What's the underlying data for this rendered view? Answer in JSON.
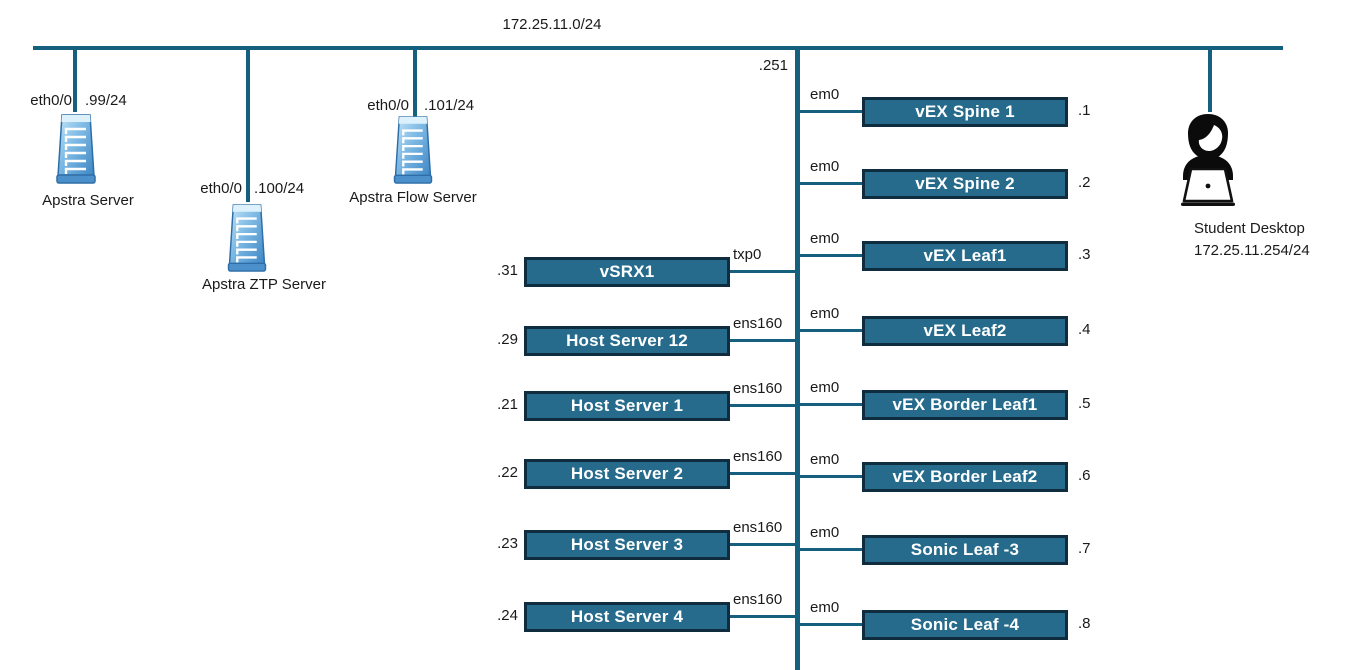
{
  "diagram_title": "172.25.11.0/24",
  "trunk": {
    "gateway_suffix": ".251"
  },
  "management_servers": [
    {
      "name": "Apstra Server",
      "interface": "eth0/0",
      "ip_suffix": ".99/24"
    },
    {
      "name": "Apstra ZTP Server",
      "interface": "eth0/0",
      "ip_suffix": ".100/24"
    },
    {
      "name": "Apstra Flow Server",
      "interface": "eth0/0",
      "ip_suffix": ".101/24"
    }
  ],
  "left_devices": [
    {
      "name": "vSRX1",
      "ip_suffix": ".31",
      "interface": "txp0"
    },
    {
      "name": "Host Server 12",
      "ip_suffix": ".29",
      "interface": "ens160"
    },
    {
      "name": "Host Server 1",
      "ip_suffix": ".21",
      "interface": "ens160"
    },
    {
      "name": "Host Server 2",
      "ip_suffix": ".22",
      "interface": "ens160"
    },
    {
      "name": "Host Server 3",
      "ip_suffix": ".23",
      "interface": "ens160"
    },
    {
      "name": "Host Server 4",
      "ip_suffix": ".24",
      "interface": "ens160"
    }
  ],
  "right_devices": [
    {
      "name": "vEX Spine 1",
      "interface": "em0",
      "ip_suffix": ".1"
    },
    {
      "name": "vEX Spine 2",
      "interface": "em0",
      "ip_suffix": ".2"
    },
    {
      "name": "vEX Leaf1",
      "interface": "em0",
      "ip_suffix": ".3"
    },
    {
      "name": "vEX Leaf2",
      "interface": "em0",
      "ip_suffix": ".4"
    },
    {
      "name": "vEX Border Leaf1",
      "interface": "em0",
      "ip_suffix": ".5"
    },
    {
      "name": "vEX Border Leaf2",
      "interface": "em0",
      "ip_suffix": ".6"
    },
    {
      "name": "Sonic Leaf -3",
      "interface": "em0",
      "ip_suffix": ".7"
    },
    {
      "name": "Sonic Leaf -4",
      "interface": "em0",
      "ip_suffix": ".8"
    }
  ],
  "student_desktop": {
    "name": "Student Desktop",
    "ip": "172.25.11.254/24"
  },
  "colors": {
    "line": "#175f7e",
    "node_fill": "#266b8c",
    "node_border": "#102c3f",
    "node_text": "#ffffff",
    "text": "#1a1a1a",
    "server_icon_blue": "#3c85c4"
  }
}
